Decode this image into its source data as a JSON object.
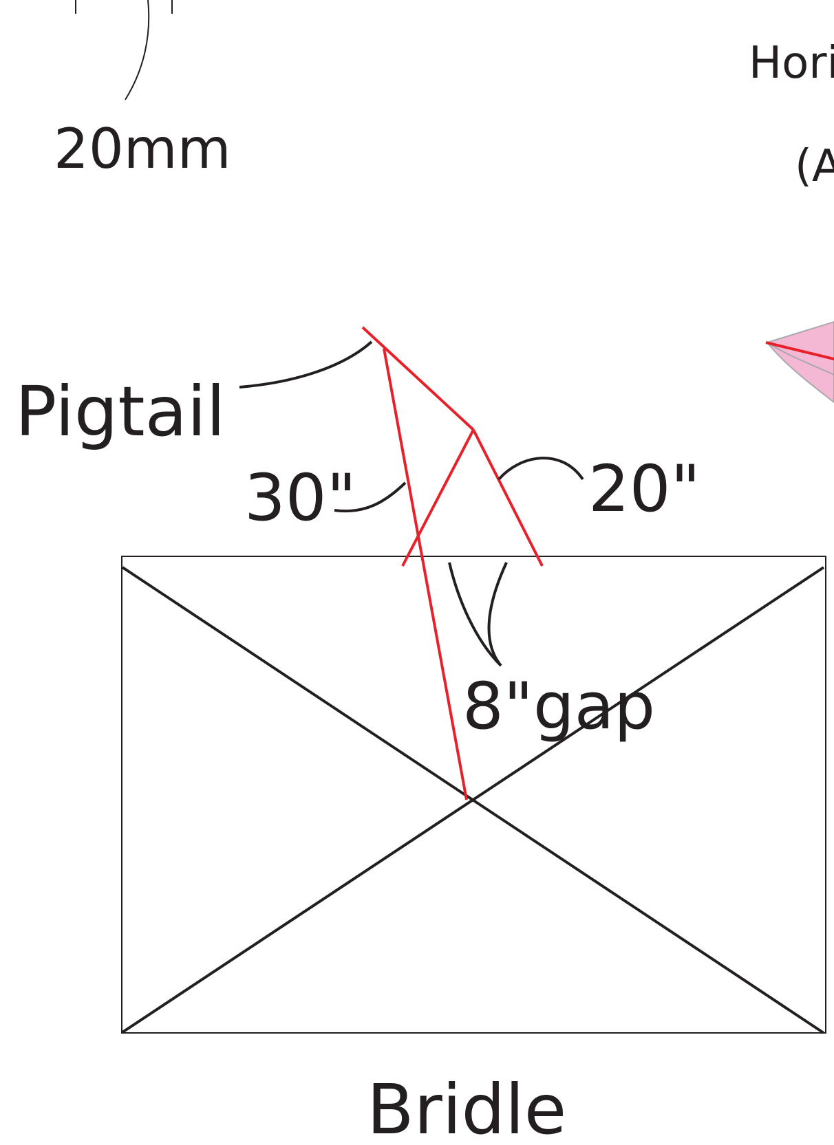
{
  "labels": {
    "size_label": "20mm",
    "side_label_partial_1": "Hori",
    "side_label_partial_2": "(A",
    "pigtail": "Pigtail",
    "length_30": "30\"",
    "length_20": "20\"",
    "gap": "8\"gap",
    "bridle": "Bridle"
  },
  "colors": {
    "line_red": "#e8202a",
    "line_black": "#231f20",
    "sail_pink": "#f5b8d4"
  }
}
